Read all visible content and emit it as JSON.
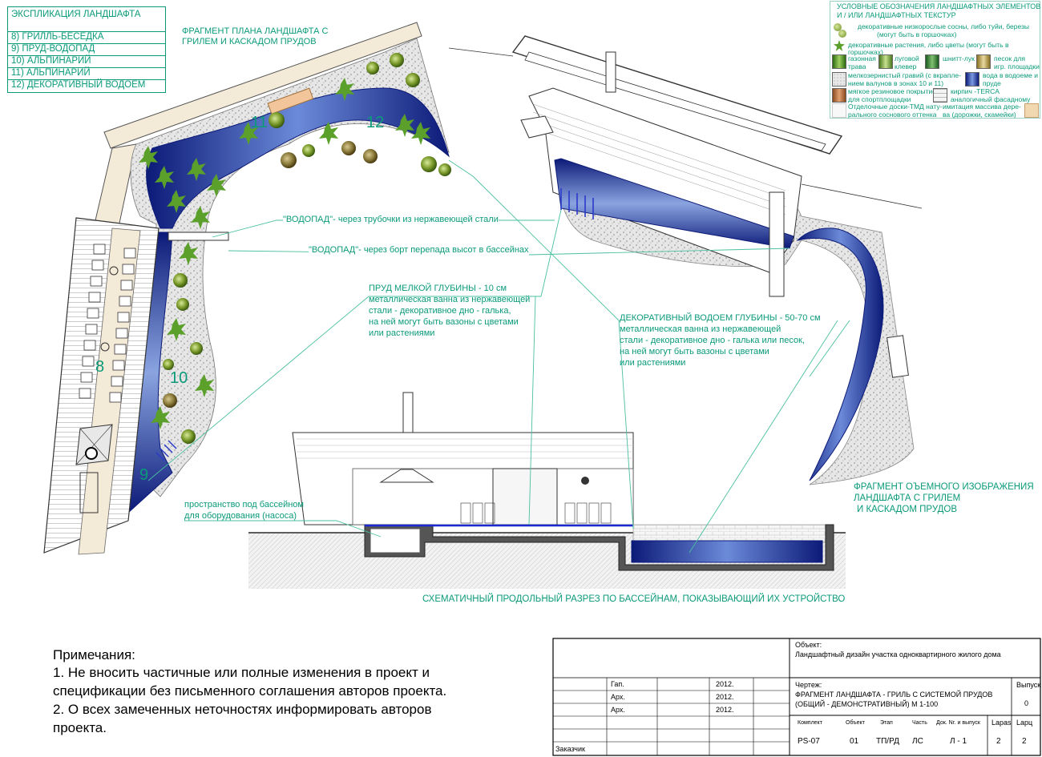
{
  "explication": {
    "title": "ЭКСПЛИКАЦИЯ  ЛАНДШАФТА",
    "items": [
      "8)  ГРИЛЛЬ-БЕСЕДКА",
      "9) ПРУД-ВОДОПАД",
      "10) АЛЬПИНАРИЙ",
      "11) АЛЬПИНАРИЙ",
      "12)  ДЕКОРАТИВНЫЙ ВОДОЕМ"
    ]
  },
  "plan_title": [
    "ФРАГМЕНТ ПЛАНА ЛАНДШАФТА С",
    "ГРИЛЕМ И КАСКАДОМ ПРУДОВ"
  ],
  "legend": {
    "title": [
      "УСЛОВНЫЕ ОБОЗНАЧЕНИЯ ЛАНДШАФТНЫХ ЭЛЕМЕНТОВ",
      "И / ИЛИ ЛАНДШАФТНЫХ ТЕКСТУР"
    ],
    "row1": [
      "декоративные низкорослые сосны, либо туйи, березы",
      "(могут быть в горшочках)"
    ],
    "row2": "декоративные растения, либо цветы (могут быть в горшочках)",
    "grass": [
      "газонная",
      "трава"
    ],
    "clover": [
      "луговой",
      "клевер"
    ],
    "chives": "шнитт-лук",
    "sand": [
      "песок для",
      "игр. площадки"
    ],
    "gravel": [
      "мелкозернистый гравий (с вкрапле-",
      "нием валунов в зонах 10 и 11)"
    ],
    "water": [
      "вода в водоеме и",
      "пруде"
    ],
    "rubber": [
      "мягкое резиновое покрытие",
      "для спортплощадки"
    ],
    "brick": [
      "кирпич -TERCA",
      "аналогичный фасадному"
    ],
    "boards": [
      "Отделочные доски-ТМД нату-",
      "рального соснового оттенка"
    ],
    "wood": [
      "имитация массива дере-",
      "ва (дорожки, скамейки)"
    ],
    "colors": {
      "grass": "#4a9a2a",
      "water": "#1a2a8a",
      "rubber": "#b86a3a",
      "sand": "#c8b060"
    }
  },
  "zone_numbers": {
    "z8": "8",
    "z9": "9",
    "z10": "10",
    "z11": "11",
    "z12": "12"
  },
  "callouts": {
    "waterfall1": "\"ВОДОПАД\"- через трубочки из нержавеющей стали",
    "waterfall2": "\"ВОДОПАД\"- через борт перепада высот в бассейнах",
    "pond_title": "ПРУД МЕЛКОЙ ГЛУБИНЫ - 10 см",
    "pond_text": [
      "металлическая ванна из нержавеющей",
      "стали - декоративное дно - галька,",
      "на ней могут быть вазоны с цветами",
      "или растениями"
    ],
    "deco_title": "ДЕКОРАТИВНЫЙ ВОДОЕМ  ГЛУБИНЫ - 50-70 см",
    "deco_text": [
      "металлическая ванна из нержавеющей",
      "стали - декоративное дно - галька или песок,",
      "на ней могут быть вазоны с цветами",
      "или растениями"
    ],
    "pump": [
      "пространство под бассейном",
      "для оборудования (насоса)"
    ]
  },
  "view3d_title": [
    "ФРАГМЕНТ ОЪЕМНОГО ИЗОБРАЖЕНИЯ",
    "ЛАНДШАФТА С ГРИЛЕМ",
    "И КАСКАДОМ ПРУДОВ"
  ],
  "section_title": "СХЕМАТИЧНЫЙ ПРОДОЛЬНЫЙ РАЗРЕЗ ПО БАССЕЙНАМ, ПОКАЗЫВАЮЩИЙ ИХ УСТРОЙСТВО",
  "notes": {
    "title": "Примечания:",
    "lines": [
      "1. Не вносить частичные или полные изменения в проект и",
      "спецификации без письменного соглашения авторов проекта.",
      "2. О всех замеченных неточностях информировать авторов",
      "проекта."
    ]
  },
  "title_block": {
    "object_label": "Объект:",
    "object_value": "Ландшафтный дизайн участка одноквартирного жилого дома",
    "drawing_label": "Чертеж:",
    "drawing_value": [
      "ФРАГМЕНТ ЛАНДШАФТА - ГРИЛЬ С СИСТЕМОЙ ПРУДОВ",
      "(ОБЩИЙ - ДЕМОНСТРАТИВНЫЙ) М 1-100"
    ],
    "issue_label": "Выпуск",
    "issue_value": "0",
    "roles": [
      {
        "role": "Гап.",
        "year": "2012."
      },
      {
        "role": "Арх.",
        "year": "2012."
      },
      {
        "role": "Арх.",
        "year": "2012."
      }
    ],
    "customer": "Заказчик",
    "cols": {
      "komplekt": "Комплект",
      "obekt": "Объект",
      "etap": "Этап",
      "chast": "Часть",
      "doc": "Док. Nr. и выпуск",
      "lapas": "Lapas",
      "lapu": "Lapц"
    },
    "vals": {
      "komplekt": "PS-07",
      "obekt": "01",
      "etap": "ТП/РД",
      "chast": "ЛС",
      "doc": "Л - 1",
      "lapas": "2",
      "lapu": "2"
    }
  }
}
